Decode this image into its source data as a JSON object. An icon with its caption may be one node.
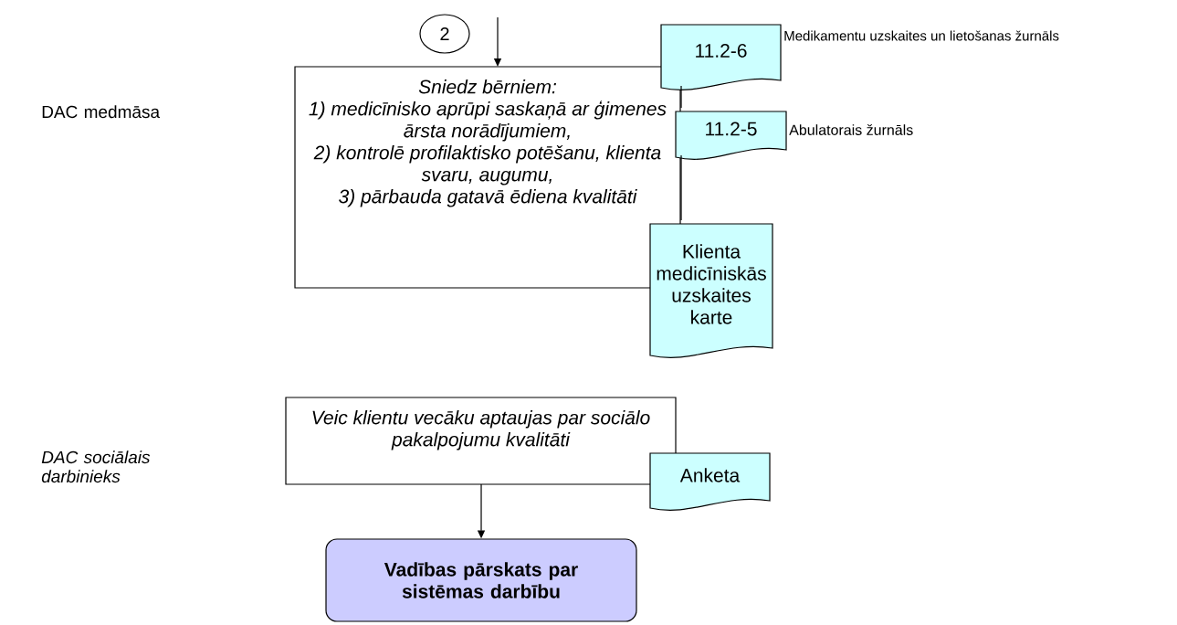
{
  "diagram": {
    "nodes": [
      {
        "text": [
          "2"
        ]
      },
      {
        "text": [
          "Sniedz bērniem:",
          "1) medicīnisko aprūpi saskaņā ar ģimenes ārsta norādījumiem,",
          "2) kontrolē profilaktisko potēšanu, klienta svaru, augumu,",
          "3) pārbauda gatavā ēdiena kvalitāti"
        ]
      },
      {
        "text": [
          "11.2-6"
        ],
        "beside": [
          "Medikamentu uzskaites un lietošanas žurnāls"
        ]
      },
      {
        "text": [
          "11.2-5"
        ],
        "beside": [
          "Abulatorais žurnāls"
        ]
      },
      {
        "text": [
          "Klienta medicīniskās uzskaites karte"
        ]
      },
      {
        "text": [
          "Veic klientu vecāku aptaujas par sociālo pakalpojumu kvalitāti"
        ]
      },
      {
        "text": [
          "Anketa"
        ]
      },
      {
        "text": [
          "Vadības pārskats par sistēmas darbību"
        ]
      }
    ],
    "edges": [
      {
        "from": null,
        "to": 1,
        "arrow": "to"
      },
      {
        "from": 2,
        "to": 3,
        "arrow": "none"
      },
      {
        "from": 3,
        "to": 4,
        "arrow": "none"
      },
      {
        "from": 5,
        "to": 7,
        "arrow": "to"
      }
    ],
    "labels": [
      "DAC medmāsa",
      "DAC sociālais darbinieks"
    ]
  }
}
